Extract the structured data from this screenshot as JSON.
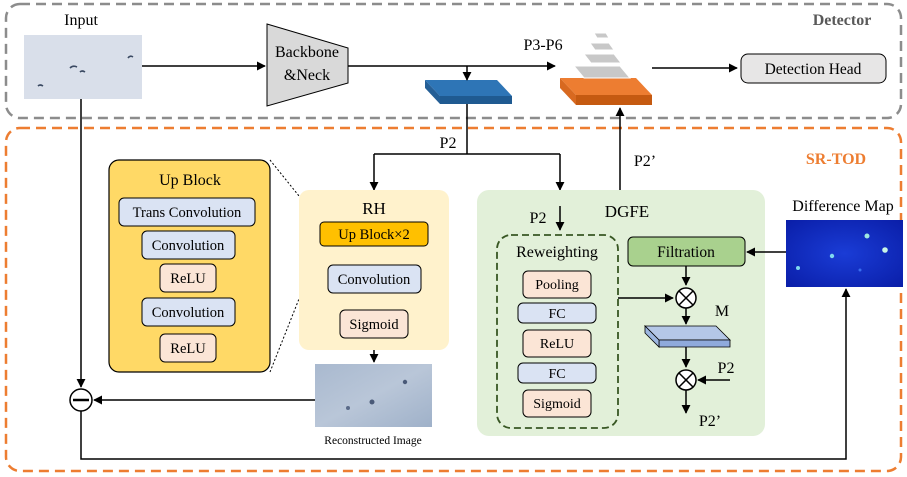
{
  "detector": {
    "title": "Detector",
    "input_label": "Input",
    "backbone_line1": "Backbone",
    "backbone_line2": "&Neck",
    "p3p6_label": "P3-P6",
    "detection_head": "Detection Head"
  },
  "srtod": {
    "title": "SR-TOD",
    "p2_label": "P2",
    "p2_prime_label": "P2’",
    "reconstructed_label": "Reconstructed Image",
    "difference_map_label": "Difference Map"
  },
  "up_block": {
    "title": "Up Block",
    "items": [
      "Trans Convolution",
      "Convolution",
      "ReLU",
      "Convolution",
      "ReLU"
    ]
  },
  "rh": {
    "title": "RH",
    "items": [
      "Up Block×2",
      "Convolution",
      "Sigmoid"
    ]
  },
  "dgfe": {
    "title": "DGFE",
    "p2_in": "P2",
    "reweighting_title": "Reweighting",
    "reweighting_items": [
      "Pooling",
      "FC",
      "ReLU",
      "FC",
      "Sigmoid"
    ],
    "filtration": "Filtration",
    "m_label": "M",
    "p2_side": "P2",
    "p2_out": "P2’"
  },
  "colors": {
    "detector_border": "#8c8c8c",
    "srtod_border": "#ed7d31",
    "srtod_title": "#ed7d31",
    "up_block_fill": "#ffd966",
    "rh_fill": "#fff2cc",
    "dgfe_fill": "#e2f0d9",
    "filtration_fill": "#a9d18e",
    "blue_box": "#dae3f3",
    "pink_box": "#fbe5d6",
    "p2_feature": "#2e75b6",
    "p3p6_feature": "#ed7d31"
  }
}
